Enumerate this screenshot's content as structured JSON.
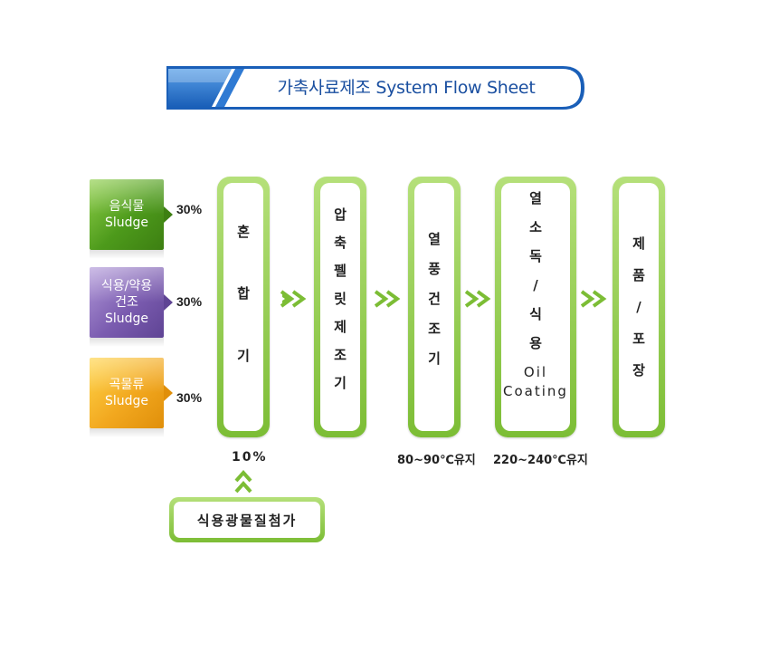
{
  "title": "가축사료제조 System Flow Sheet",
  "colors": {
    "accent_blue": "#1a4fa0",
    "process_green": "#7cbd35",
    "source_green": "#4d9a1b",
    "source_purple": "#7b5cb0",
    "source_orange": "#f2a81f"
  },
  "sources": [
    {
      "line1": "음식물",
      "line2": "",
      "line3": "Sludge",
      "percent": "30%"
    },
    {
      "line1": "식용/약용",
      "line2": "건조",
      "line3": "Sludge",
      "percent": "30%"
    },
    {
      "line1": "곡물류",
      "line2": "",
      "line3": "Sludge",
      "percent": "30%"
    }
  ],
  "processes": [
    {
      "chars": [
        "혼",
        "합",
        "기"
      ]
    },
    {
      "chars": [
        "압",
        "축",
        "펠",
        "릿",
        "제",
        "조",
        "기"
      ]
    },
    {
      "chars": [
        "열",
        "풍",
        "건",
        "조",
        "기"
      ]
    },
    {
      "chars": [
        "열",
        "소",
        "독",
        "/",
        "식",
        "용",
        "Oil",
        "Coating"
      ]
    },
    {
      "chars": [
        "제",
        "품",
        "/",
        "포",
        "장"
      ]
    }
  ],
  "notes": {
    "mixer": "10%",
    "dryer": "80~90℃유지",
    "coating": "220~240℃유지"
  },
  "additive": "식용광물질첨가",
  "icons": {
    "flow_arrow": "double-chevron-right-icon",
    "up_arrow": "double-chevron-up-icon"
  }
}
